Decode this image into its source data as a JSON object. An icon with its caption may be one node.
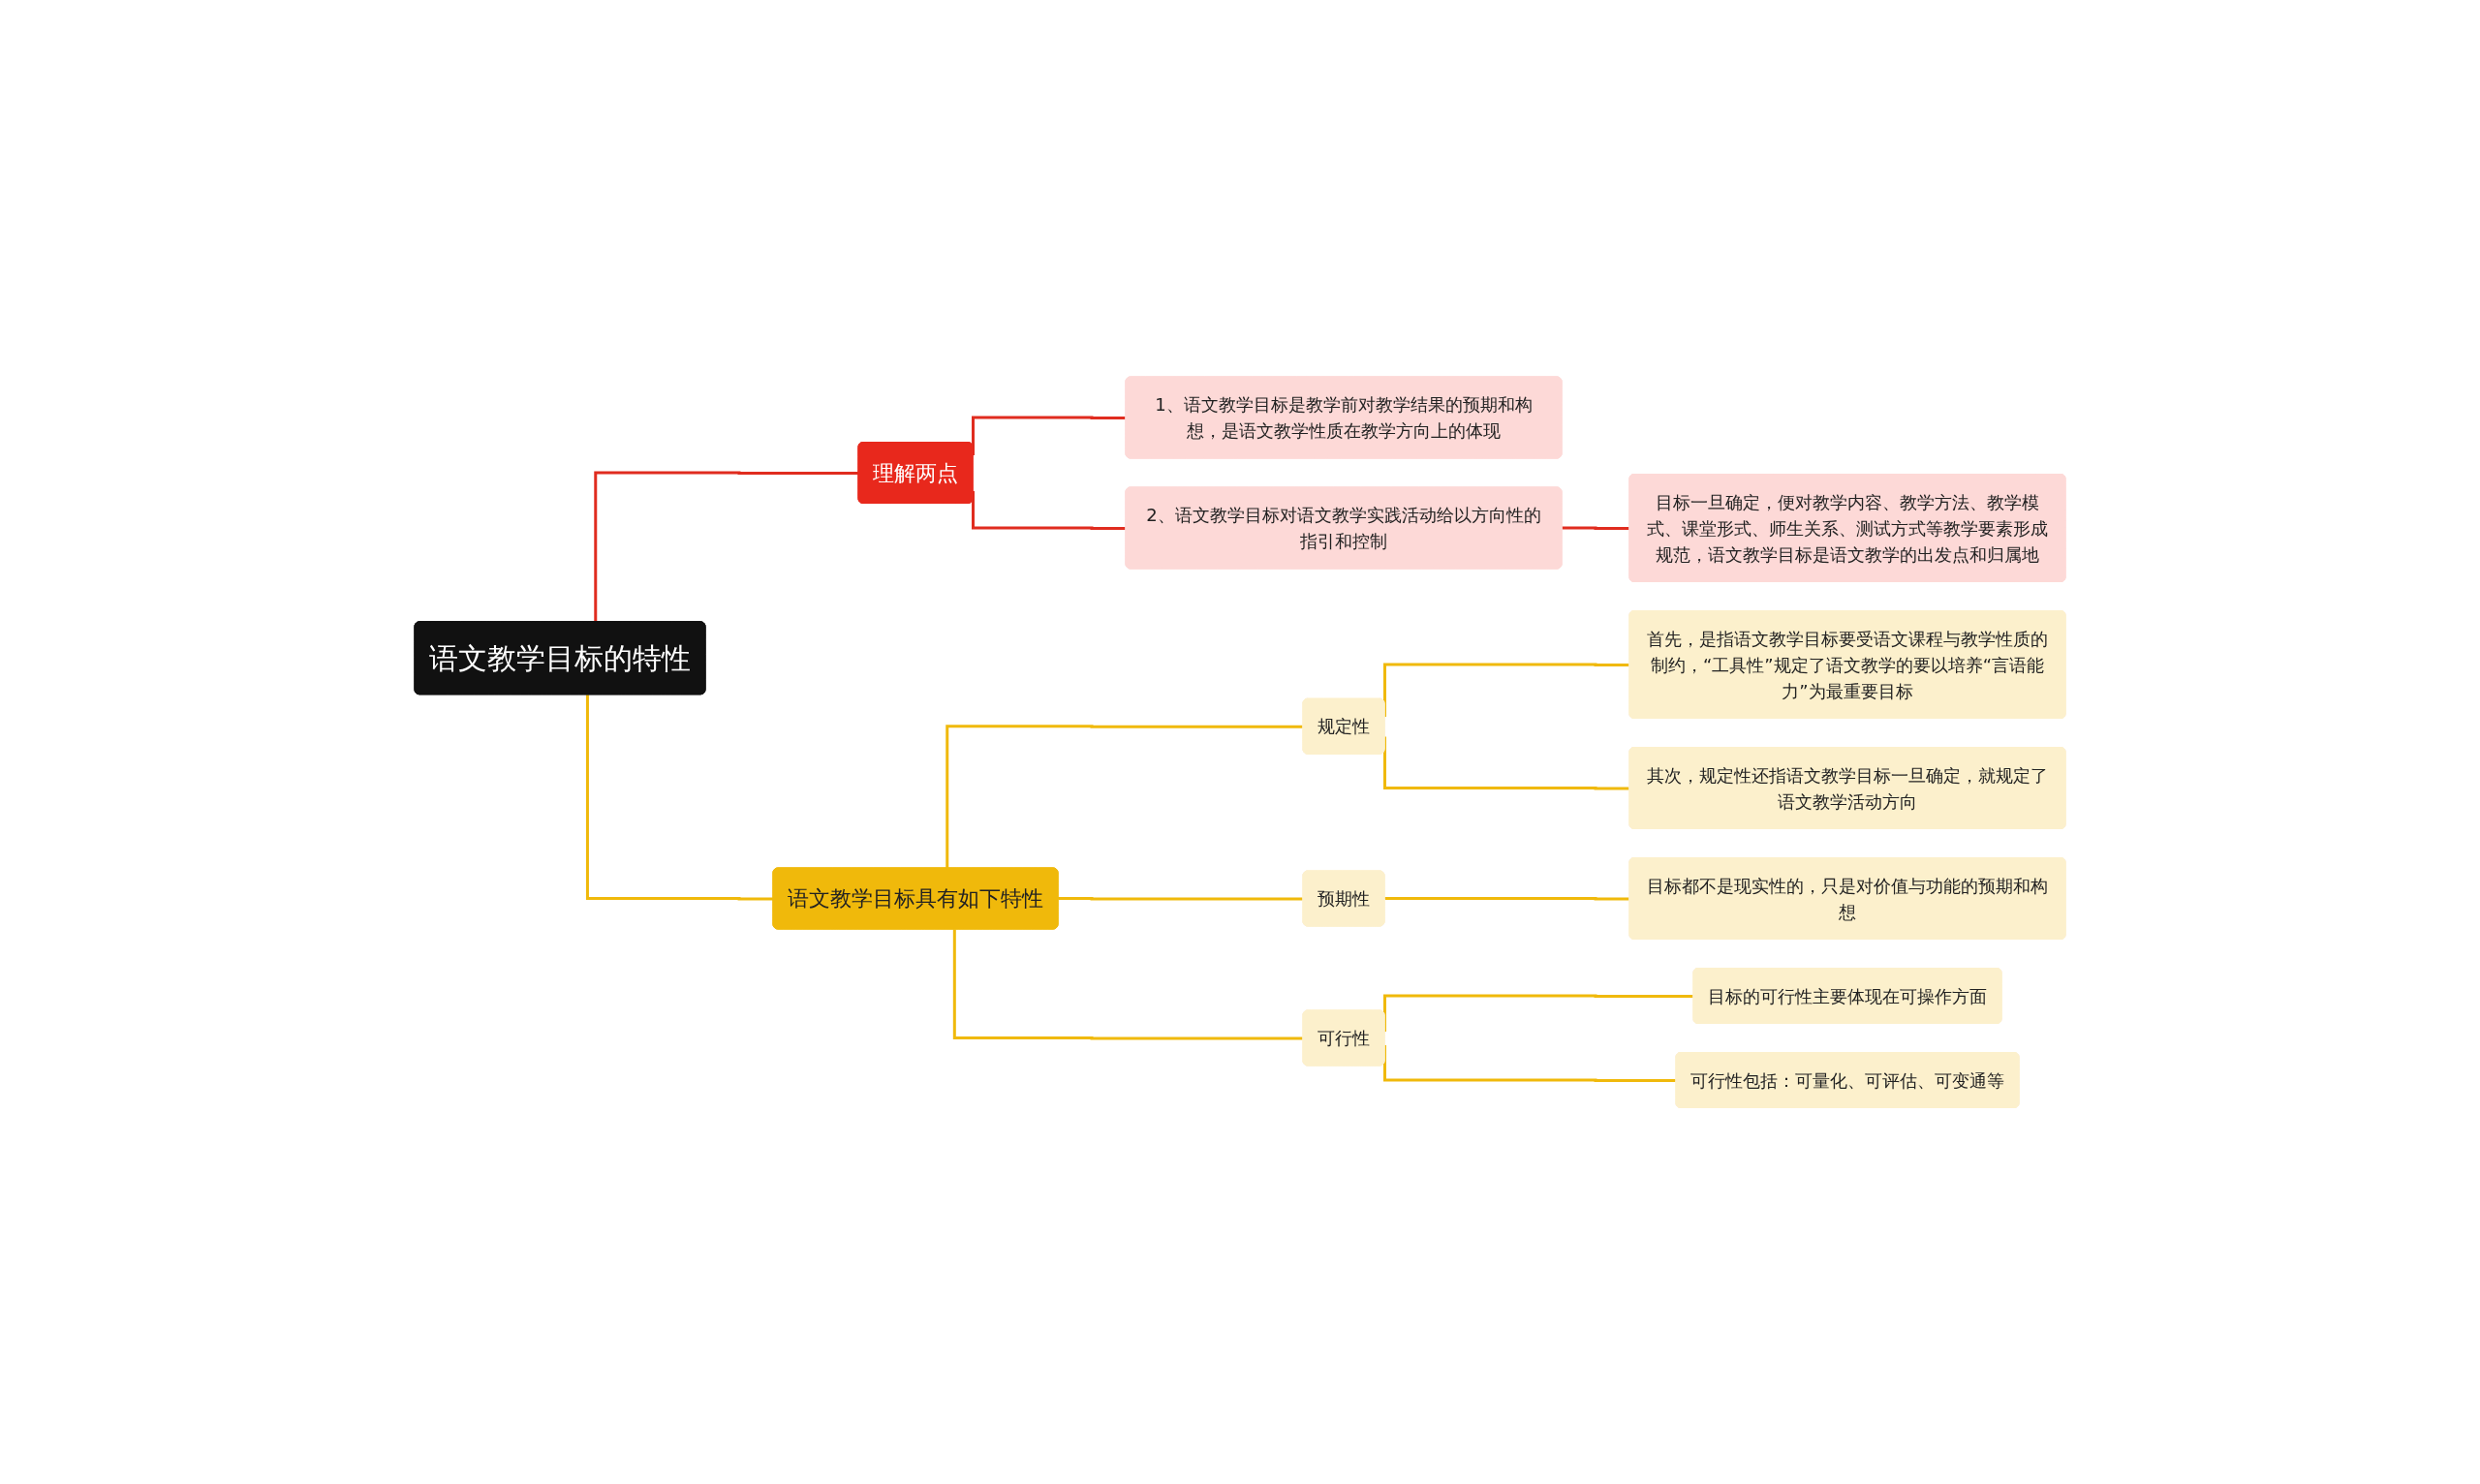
{
  "diagram": {
    "nodes": [
      {
        "text": [
          "语文教学目标的特性"
        ]
      },
      {
        "text": [
          "理解两点"
        ]
      },
      {
        "text": [
          "1、语文教学目标是教学前对教学结果的预期和构想，是语文教学性质在教学方向上的体现"
        ]
      },
      {
        "text": [
          "2、语文教学目标对语文教学实践活动给以方向性的指引和控制"
        ]
      },
      {
        "text": [
          "目标一旦确定，便对教学内容、教学方法、教学模式、课堂形式、师生关系、测试方式等教学要素形成规范，语文教学目标是语文教学的出发点和归属地"
        ]
      },
      {
        "text": [
          "语文教学目标具有如下特性"
        ]
      },
      {
        "text": [
          "规定性"
        ]
      },
      {
        "text": [
          "首先，是指语文教学目标要受语文课程与教学性质的制约，“工具性”规定了语文教学的要以培养“言语能力”为最重要目标"
        ]
      },
      {
        "text": [
          "其次，规定性还指语文教学目标一旦确定，就规定了语文教学活动方向"
        ]
      },
      {
        "text": [
          "预期性"
        ]
      },
      {
        "text": [
          "目标都不是现实性的，只是对价值与功能的预期和构想"
        ]
      },
      {
        "text": [
          "可行性"
        ]
      },
      {
        "text": [
          "目标的可行性主要体现在可操作方面"
        ]
      },
      {
        "text": [
          "可行性包括：可量化、可评估、可变通等"
        ]
      }
    ],
    "edges": [
      {
        "from": 0,
        "to": 1,
        "arrow": "none",
        "color": "#e02c1f"
      },
      {
        "from": 1,
        "to": 2,
        "arrow": "none",
        "color": "#e02c1f"
      },
      {
        "from": 1,
        "to": 3,
        "arrow": "none",
        "color": "#e02c1f"
      },
      {
        "from": 3,
        "to": 4,
        "arrow": "none",
        "color": "#e02c1f"
      },
      {
        "from": 0,
        "to": 5,
        "arrow": "none"
      },
      {
        "from": 5,
        "to": 6,
        "arrow": "none"
      },
      {
        "from": 6,
        "to": 7,
        "arrow": "none"
      },
      {
        "from": 6,
        "to": 8,
        "arrow": "none"
      },
      {
        "from": 5,
        "to": 9,
        "arrow": "none"
      },
      {
        "from": 9,
        "to": 10,
        "arrow": "none"
      },
      {
        "from": 5,
        "to": 11,
        "arrow": "none"
      },
      {
        "from": 11,
        "to": 12,
        "arrow": "none"
      },
      {
        "from": 11,
        "to": 13,
        "arrow": "none"
      }
    ]
  }
}
